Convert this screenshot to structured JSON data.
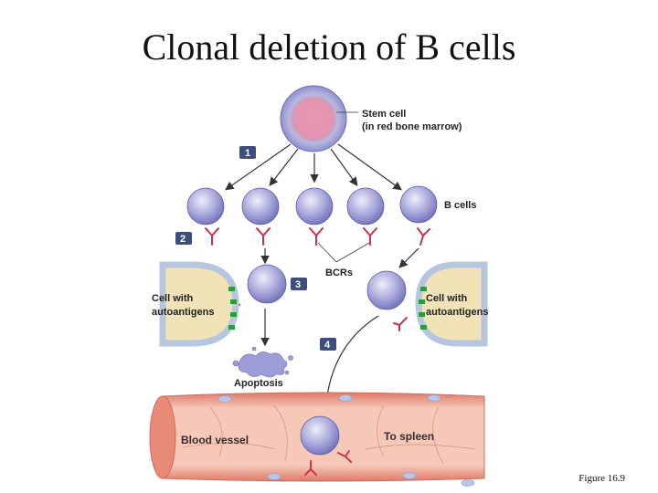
{
  "title": "Clonal deletion of B cells",
  "caption": "Figure 16.9",
  "labels": {
    "stem_cell_line1": "Stem cell",
    "stem_cell_line2": "(in red bone marrow)",
    "b_cells": "B cells",
    "bcrs": "BCRs",
    "cell_with_left_line1": "Cell with",
    "cell_with_left_line2": "autoantigens",
    "cell_with_right_line1": "Cell with",
    "cell_with_right_line2": "autoantigens",
    "apoptosis": "Apoptosis",
    "blood_vessel": "Blood vessel",
    "to_spleen": "To spleen"
  },
  "steps": [
    "1",
    "2",
    "3",
    "4"
  ],
  "colors": {
    "cell_fill": "#8f8fd0",
    "cell_light": "#d8d8f2",
    "receptor": "#d2304a",
    "step_badge": "#3d4d7d",
    "vessel": "#e8907a",
    "vessel_light": "#f6c8b8",
    "host_cell": "#f2e2b8",
    "host_border": "#b7c6e0",
    "antigen": "#2e9a3e"
  }
}
